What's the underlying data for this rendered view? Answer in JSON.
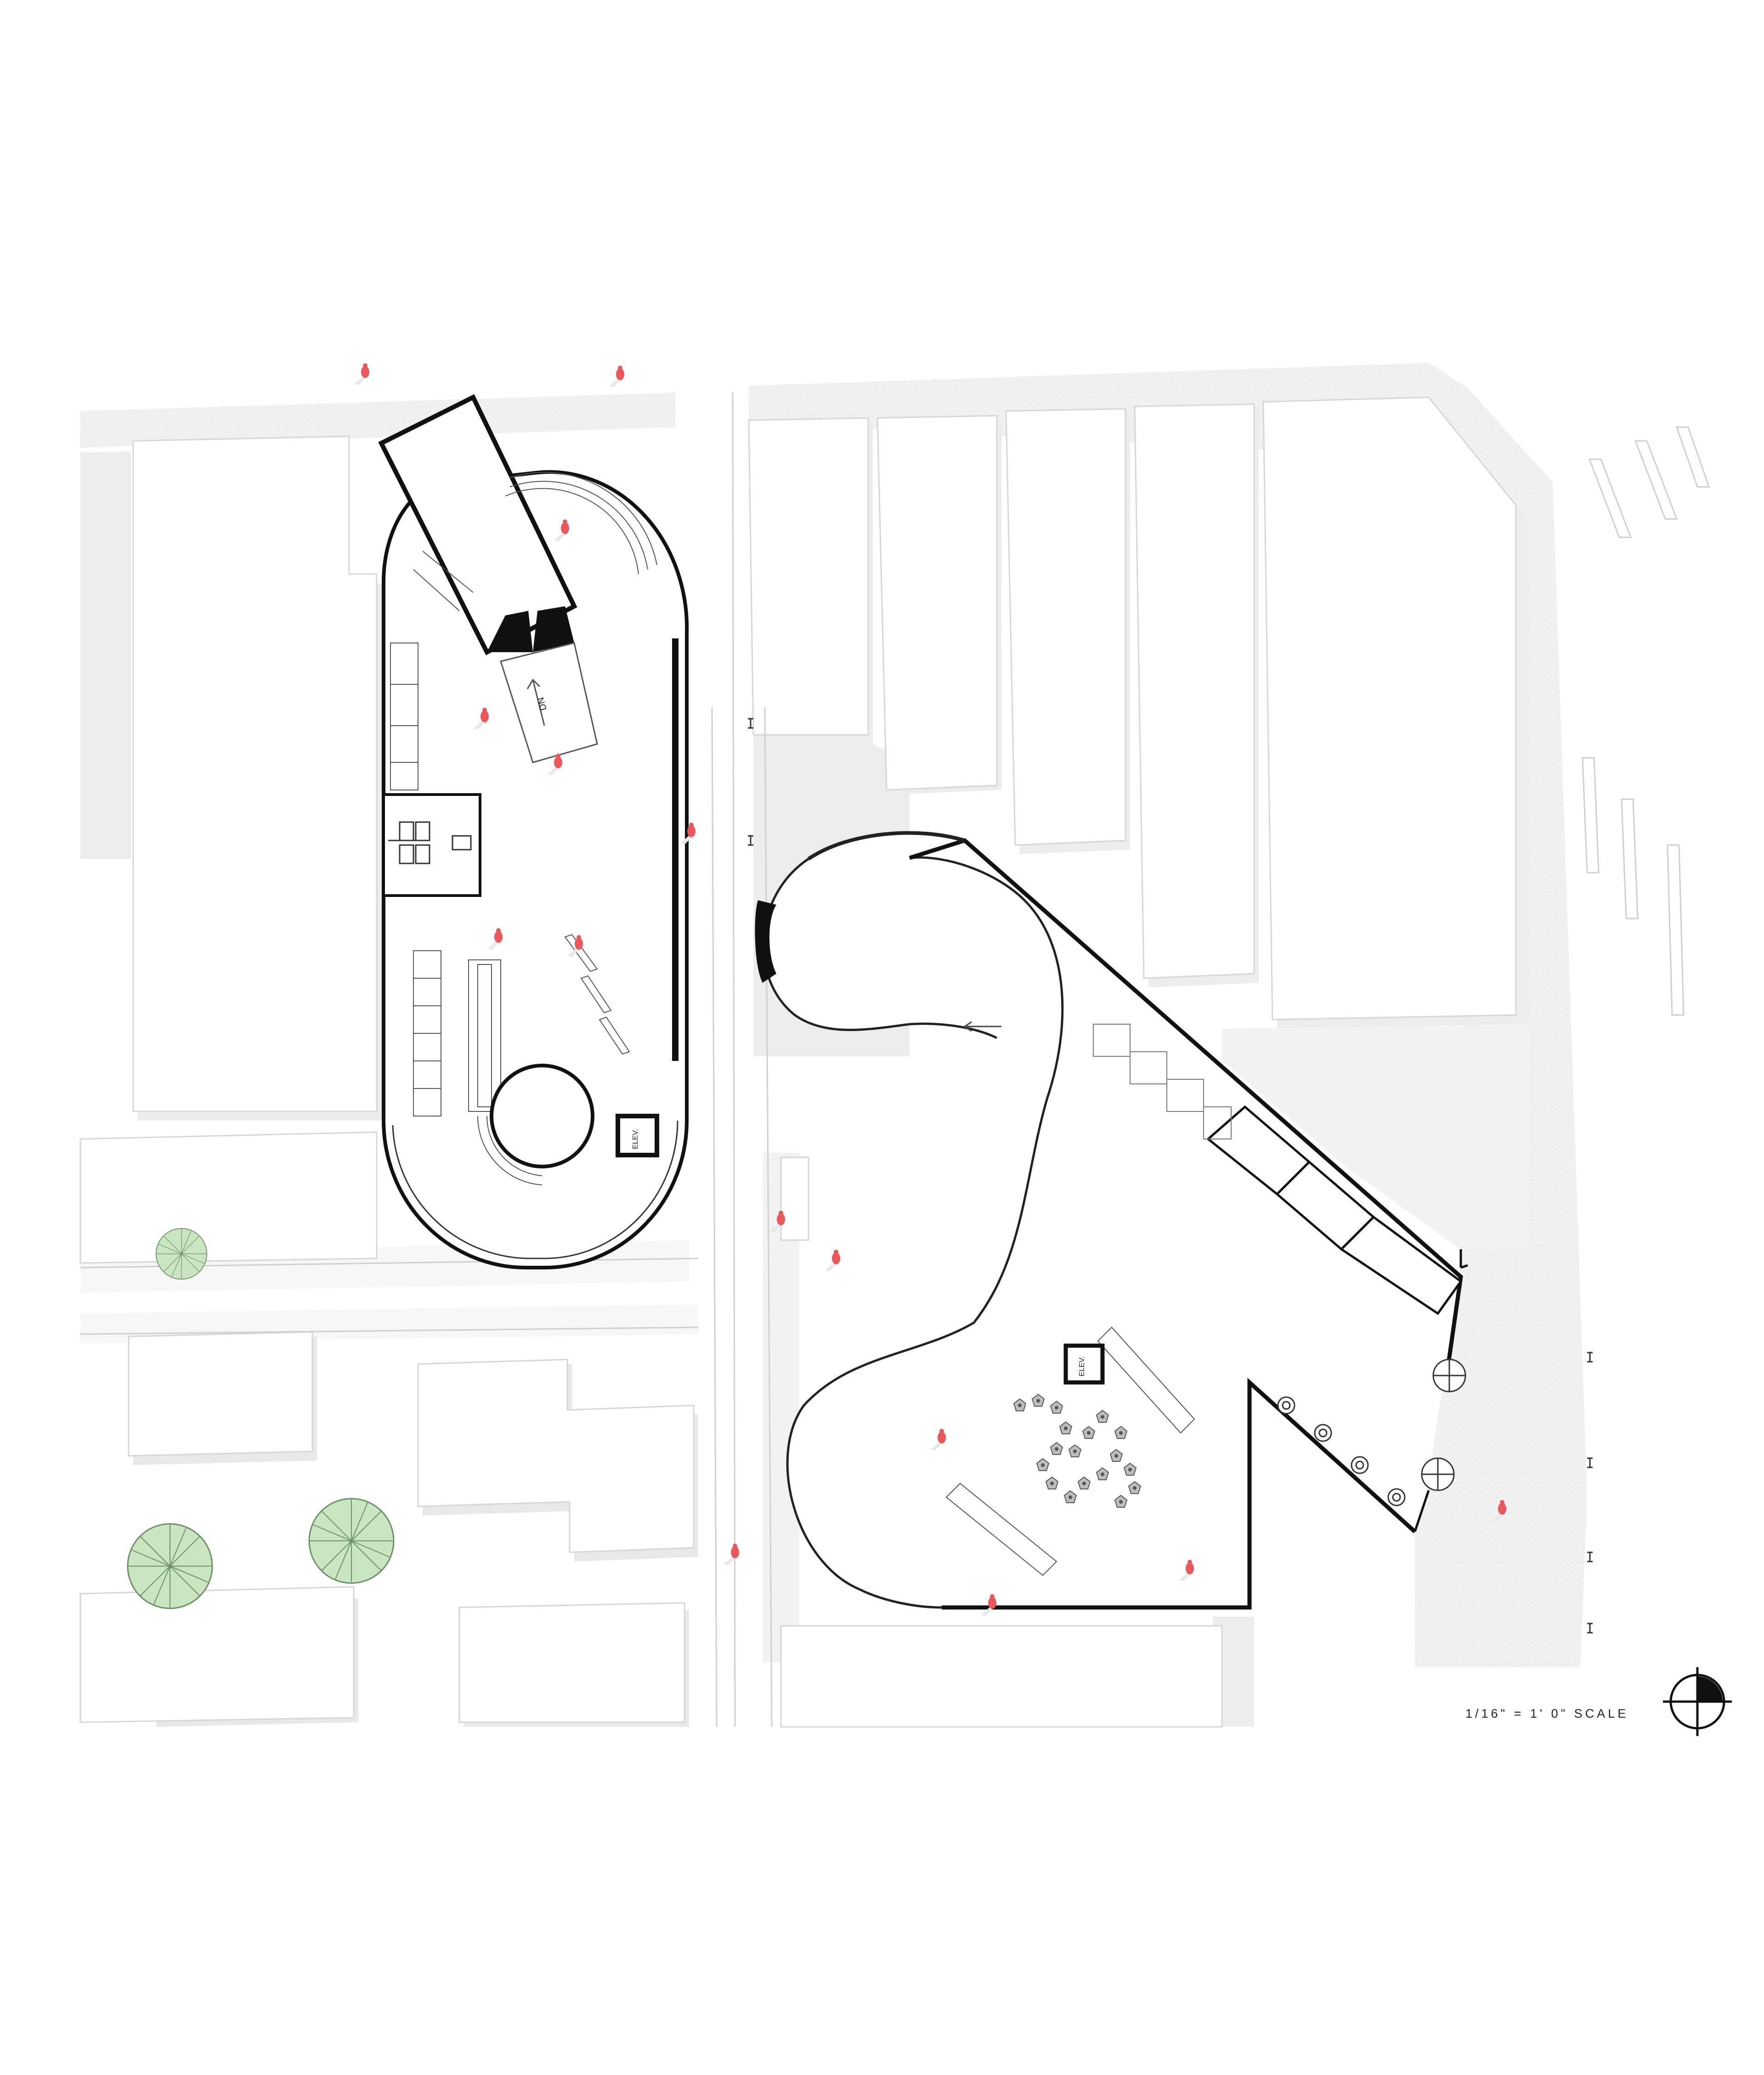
{
  "drawing": {
    "scale_text": "1/16\" = 1' 0\" SCALE",
    "labels": {
      "elevator_left": "ELEV.",
      "elevator_right": "ELEV.",
      "stair_down": "DN"
    }
  },
  "colors": {
    "background": "#ffffff",
    "building_fill": "#ffffff",
    "building_outline": "#d9d9d9",
    "shadow": "#e6e6e6",
    "sidewalk": "#f0f0f0",
    "wall": "#111111",
    "people": "#e8585a",
    "tree_fill": "#c8e6c0",
    "tree_stroke": "#6e8f66"
  },
  "icons": {
    "north_arrow": "north-arrow-icon",
    "tree": "tree-icon",
    "person": "person-icon"
  }
}
